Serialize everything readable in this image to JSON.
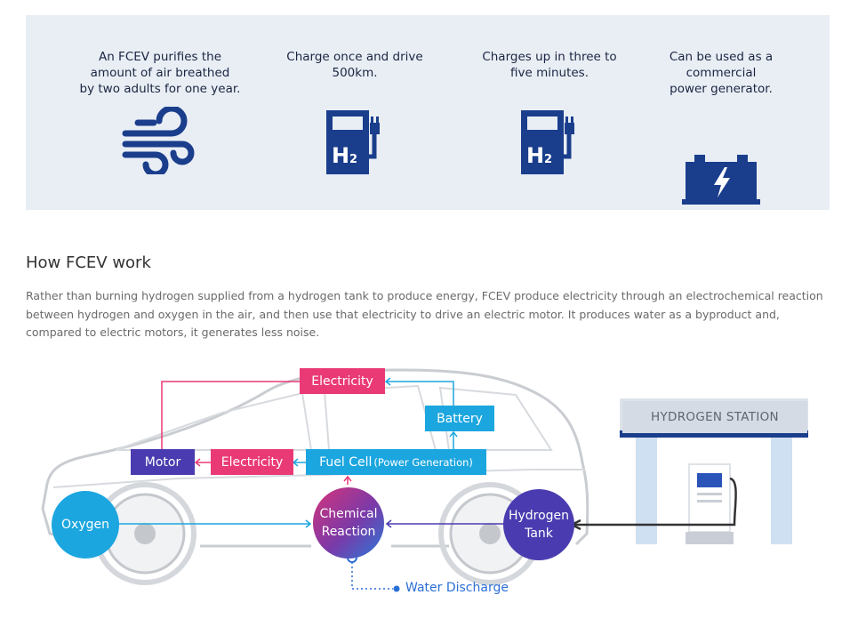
{
  "benefits": [
    {
      "text": "An FCEV purifies the\namount of air breathed\nby two adults for one year.",
      "icon": "wind-icon"
    },
    {
      "text": "Charge once and drive\n500km.",
      "icon": "hydrogen-charger-icon"
    },
    {
      "text": "Charges up in three to\nfive minutes.",
      "icon": "hydrogen-charger-icon"
    },
    {
      "text": "Can be used as a\ncommercial\npower generator.",
      "icon": "battery-bolt-icon"
    }
  ],
  "icon_label": "H",
  "icon_label_sub": "2",
  "section": {
    "title": "How FCEV work",
    "description": "Rather than burning hydrogen supplied from a hydrogen tank to produce energy, FCEV produce electricity through an electrochemical reaction between hydrogen and oxygen in the air, and then use that electricity to drive an electric motor. It produces water as a byproduct and, compared to electric motors, it generates less noise."
  },
  "diagram": {
    "electricity_top": "Electricity",
    "battery": "Battery",
    "motor": "Motor",
    "electricity_mid": "Electricity",
    "fuel_cell": "Fuel Cell",
    "fuel_cell_note": "(Power Generation)",
    "oxygen": "Oxygen",
    "chemical_reaction": "Chemical\nReaction",
    "hydrogen_tank": "Hydrogen\nTank",
    "water_discharge": "Water Discharge",
    "station": "HYDROGEN STATION"
  },
  "colors": {
    "pink": "#ea3a76",
    "cyan": "#1ca6df",
    "indigo": "#4a3cb0",
    "navy": "#1a3e8c",
    "panel": "#e9eef5"
  }
}
